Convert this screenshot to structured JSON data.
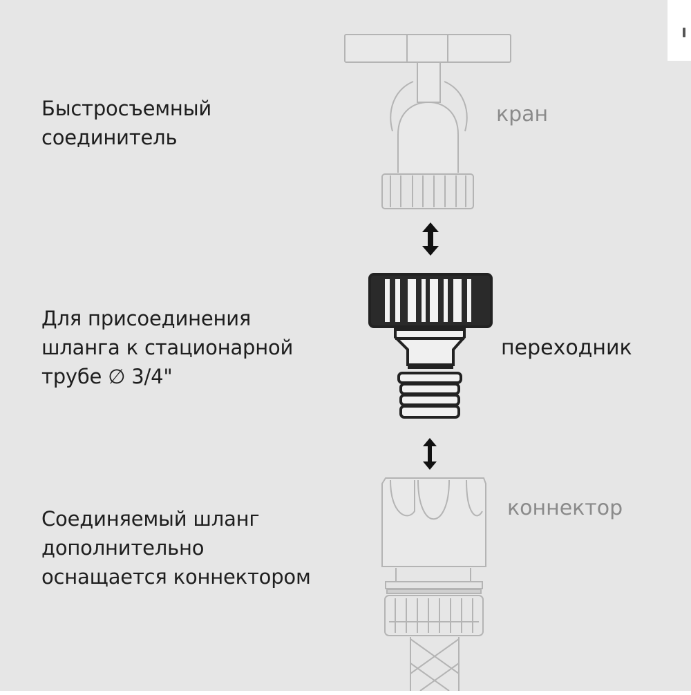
{
  "descriptions": {
    "top": "Быстросъемный\nсоединитель",
    "middle": "Для присоединения\nшланга к стационарной\nтрубе ∅ 3/4\"",
    "bottom": "Соединяемый шланг\nдополнительно\nоснащается коннектором"
  },
  "labels": {
    "faucet": "кран",
    "adapter": "переходник",
    "connector": "коннектор"
  },
  "colors": {
    "background": "#e6e6e6",
    "text_dark": "#1e1e1e",
    "text_muted": "#8a8a8a",
    "line_light": "#b4b4b4",
    "line_dark": "#222222"
  },
  "icons": {
    "faucet": "faucet-icon",
    "adapter": "adapter-icon",
    "connector": "connector-icon",
    "arrow": "double-arrow-vertical-icon"
  }
}
